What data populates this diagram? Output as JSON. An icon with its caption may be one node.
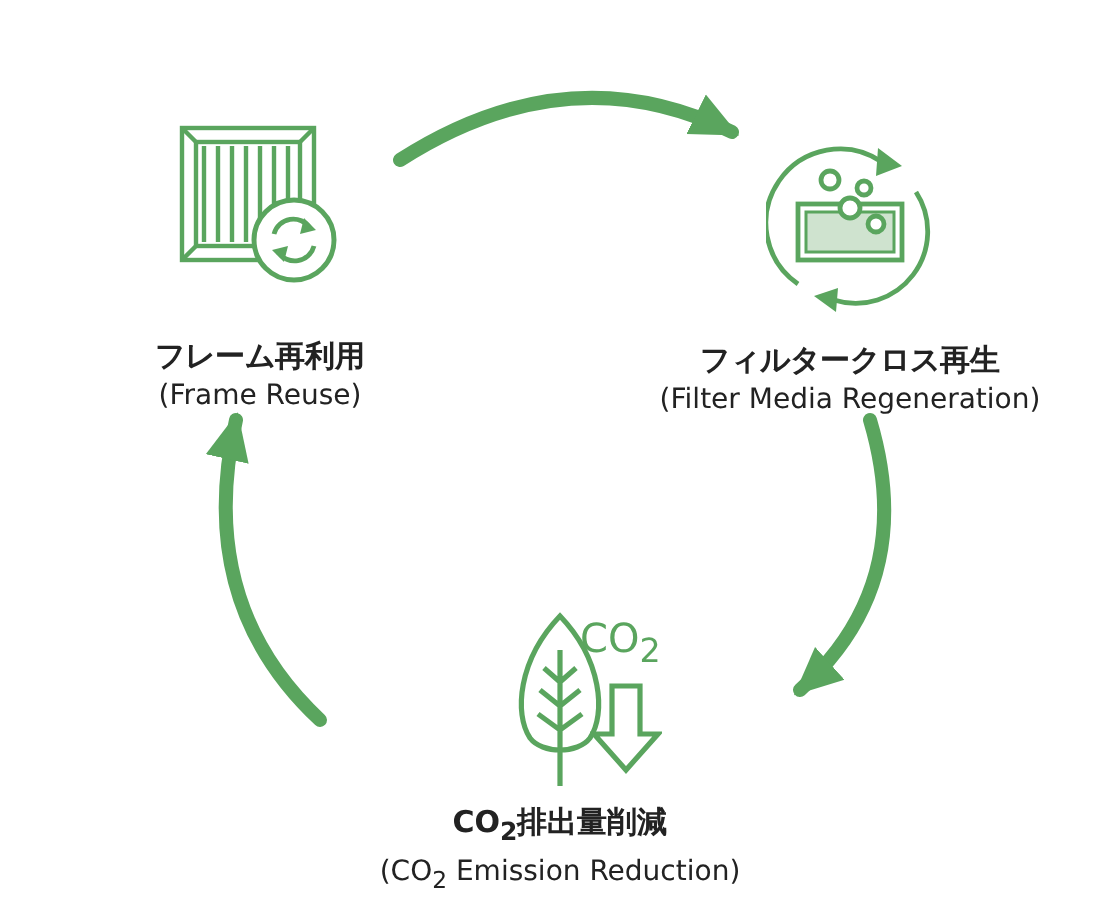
{
  "diagram": {
    "nodes": [
      {
        "text": [
          "フレーム再利用",
          "(Frame Reuse)"
        ]
      },
      {
        "text": [
          "フィルタークロス再生",
          "(Filter Media Regeneration)"
        ]
      },
      {
        "text": [
          "CO$_{2}$排出量削減",
          "(CO$_{2}$ Emission Reduction)"
        ]
      }
    ],
    "edges": [
      {
        "from": 0,
        "to": 1,
        "arrow": "to"
      },
      {
        "from": 1,
        "to": 2,
        "arrow": "to"
      },
      {
        "from": 2,
        "to": 0,
        "arrow": "to"
      }
    ],
    "labels": [
      "CO$_{2}$"
    ]
  }
}
